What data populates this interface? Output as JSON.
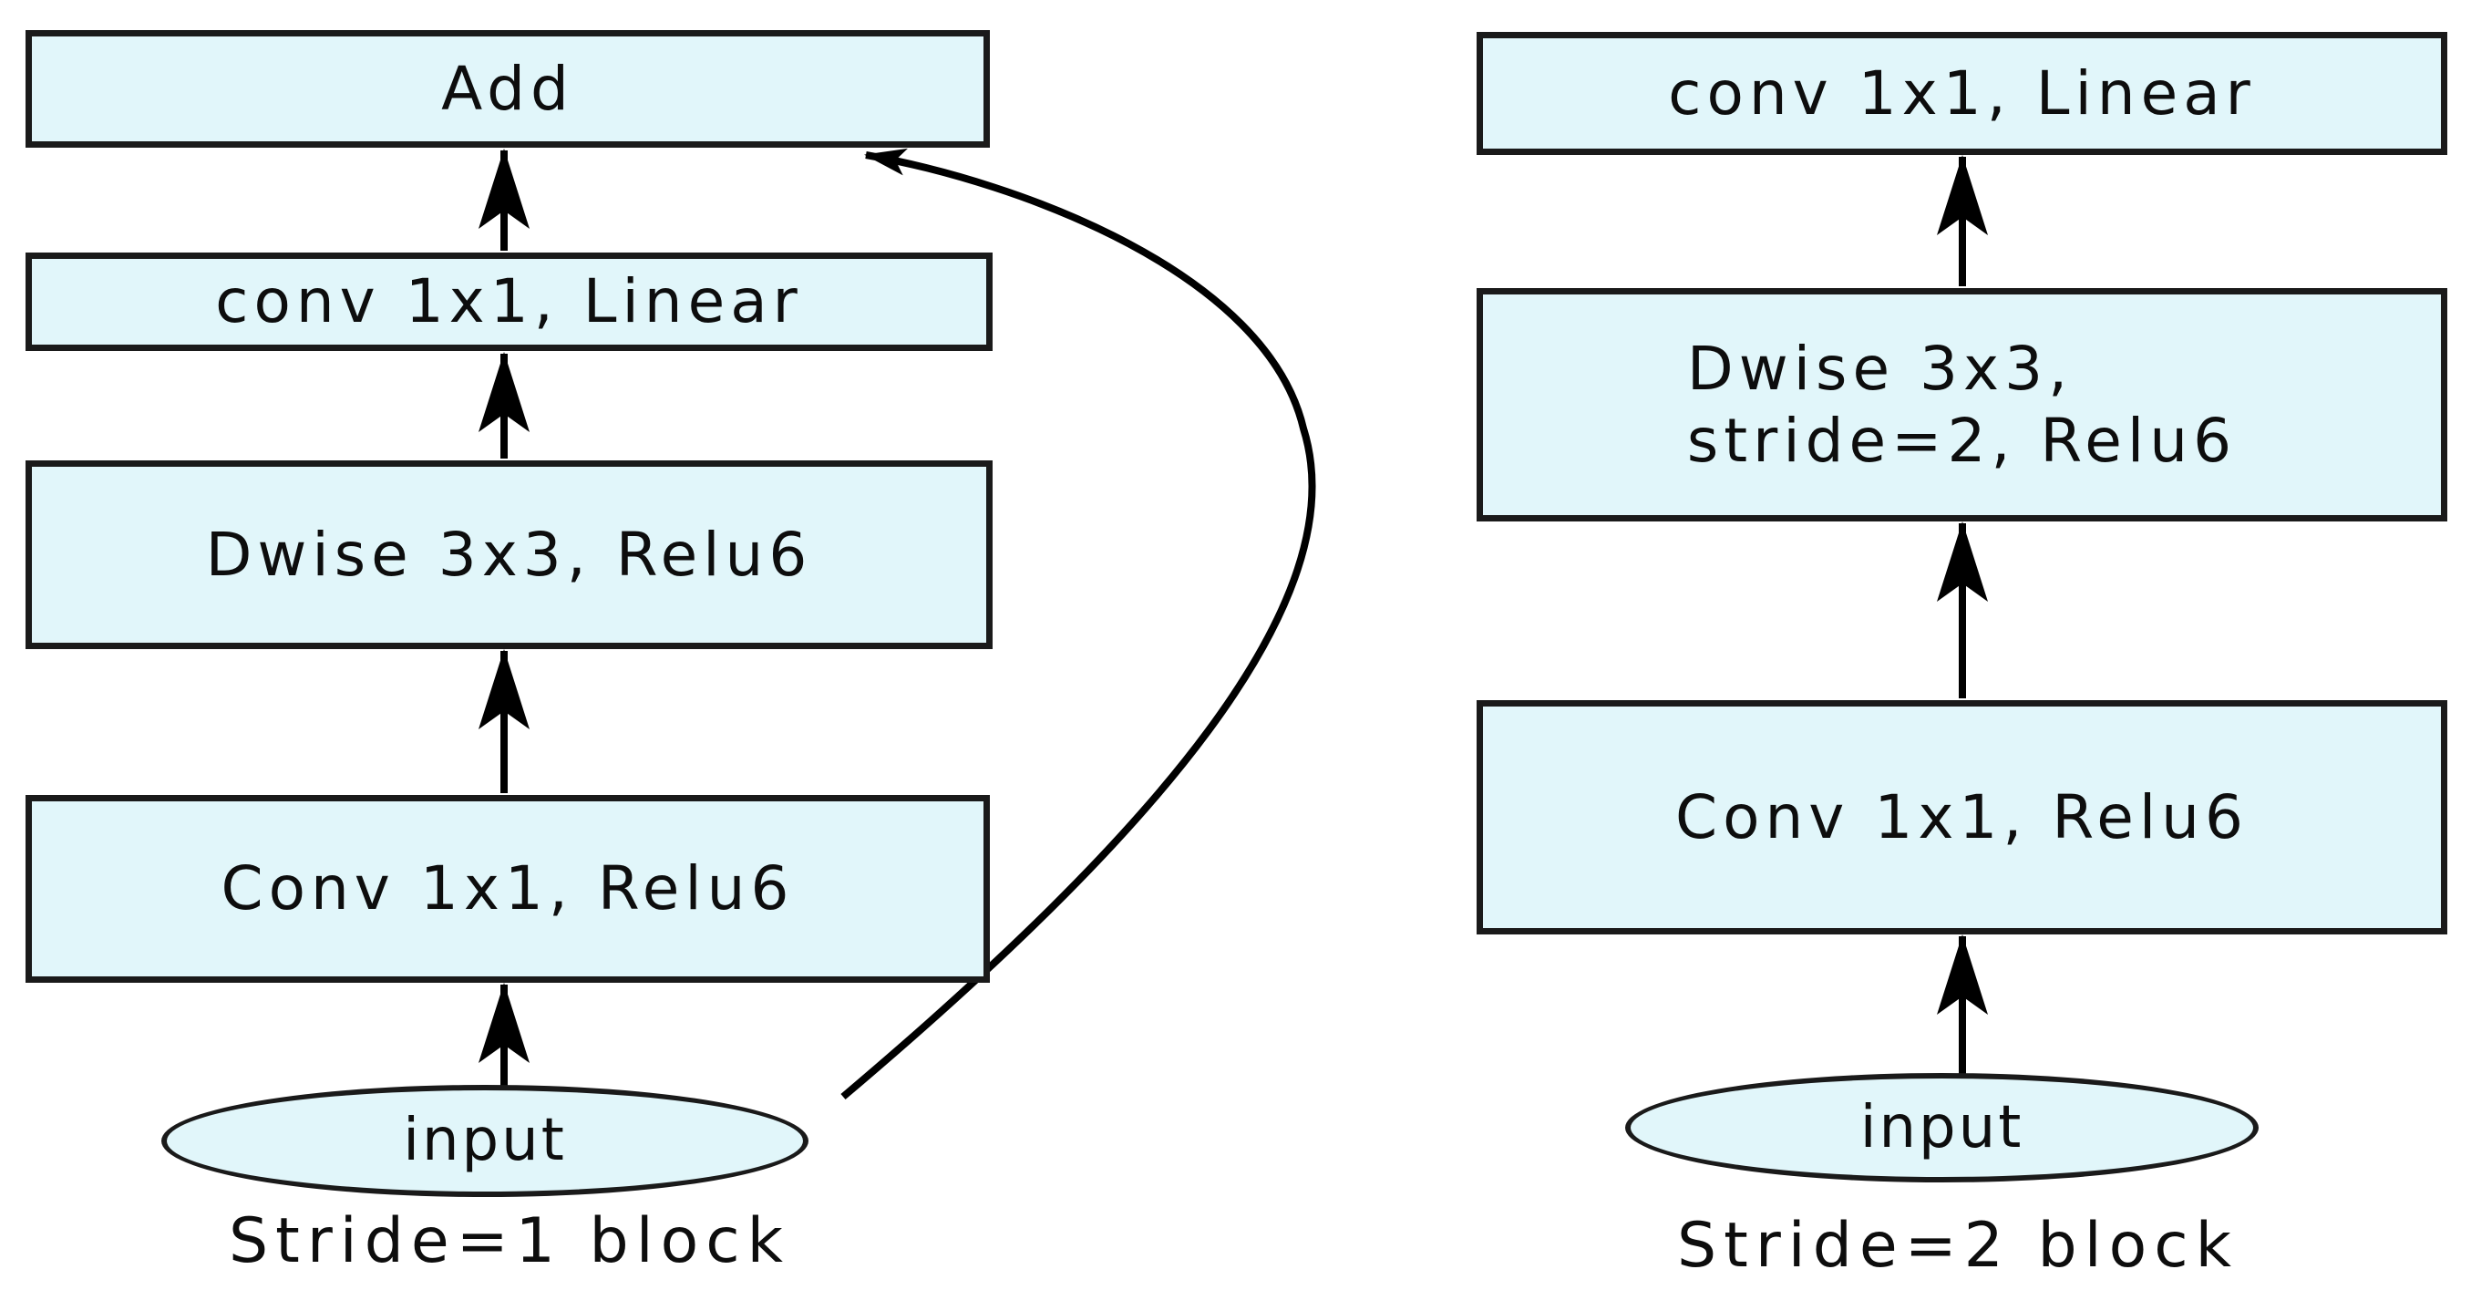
{
  "page": {
    "background": "#ffffff"
  },
  "theme": {
    "node_fill": "#e1f6fa",
    "node_border": "#1a1a1a",
    "edge_color": "#000000",
    "text_color": "#0d0d0d"
  },
  "diagram": {
    "type": "flowchart",
    "description": "Two inverted-residual convolution block diagrams"
  },
  "stride1_block": {
    "caption": "Stride=1 block",
    "add_label": "Add",
    "conv_linear_label": "conv 1x1, Linear",
    "dwise_label": "Dwise 3x3, Relu6",
    "conv_relu_label": "Conv 1x1, Relu6",
    "input_label": "input",
    "edges": [
      {
        "from": "input",
        "to": "Conv 1x1, Relu6"
      },
      {
        "from": "Conv 1x1, Relu6",
        "to": "Dwise 3x3, Relu6"
      },
      {
        "from": "Dwise 3x3, Relu6",
        "to": "conv 1x1, Linear"
      },
      {
        "from": "conv 1x1, Linear",
        "to": "Add"
      },
      {
        "from": "input",
        "to": "Add",
        "type": "residual-skip-curve"
      }
    ]
  },
  "stride2_block": {
    "caption": "Stride=2 block",
    "conv_linear_label": "conv 1x1, Linear",
    "dwise_label": "Dwise 3x3,\nstride=2, Relu6",
    "conv_relu_label": "Conv 1x1, Relu6",
    "input_label": "input",
    "edges": [
      {
        "from": "input",
        "to": "Conv 1x1, Relu6"
      },
      {
        "from": "Conv 1x1, Relu6",
        "to": "Dwise 3x3, stride=2, Relu6"
      },
      {
        "from": "Dwise 3x3, stride=2, Relu6",
        "to": "conv 1x1, Linear"
      }
    ]
  }
}
